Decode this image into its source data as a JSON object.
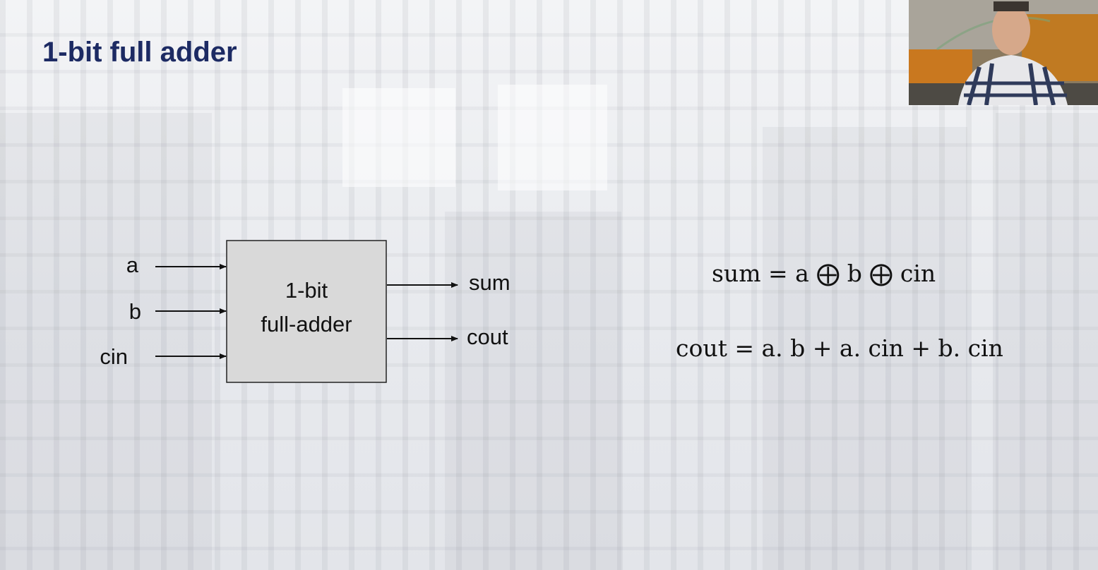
{
  "slide": {
    "title": "1-bit full adder"
  },
  "diagram": {
    "block_label_line1": "1-bit",
    "block_label_line2": "full-adder",
    "inputs": [
      "a",
      "b",
      "cin"
    ],
    "outputs": [
      "sum",
      "cout"
    ]
  },
  "equations": {
    "sum": "sum = a ⨁ b ⨁ cin",
    "cout": "cout = a. b + a. cin + b. cin"
  },
  "colors": {
    "title": "#1c2a63",
    "block_fill": "#d9d9d9"
  }
}
